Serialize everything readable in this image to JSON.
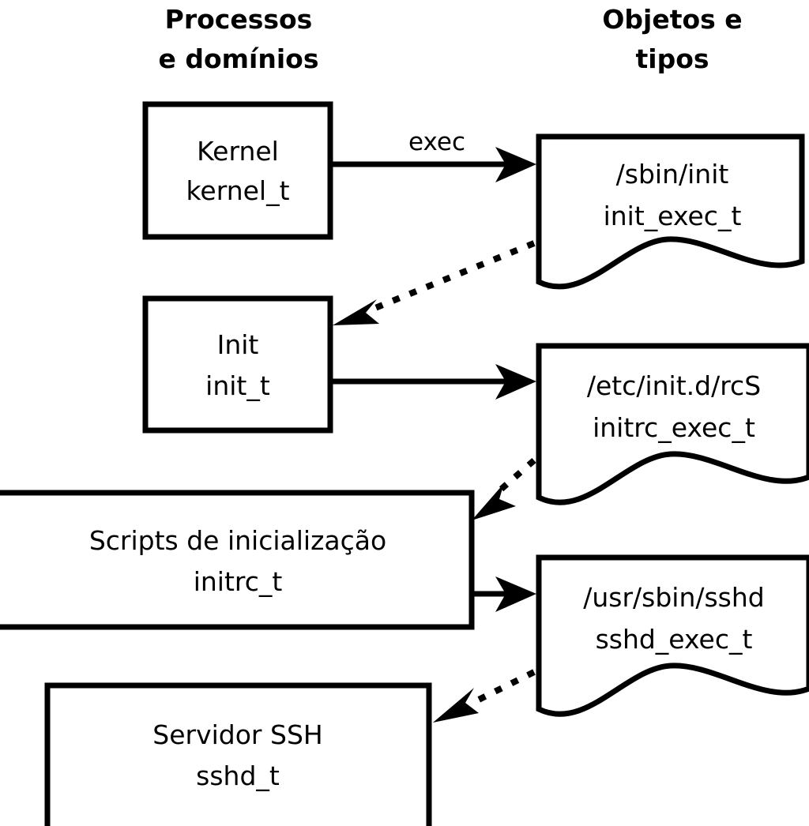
{
  "diagram": {
    "title_columns": {
      "left": {
        "line1": "Processos",
        "line2": "e domínios"
      },
      "right": {
        "line1": "Objetos e",
        "line2": "tipos"
      }
    },
    "colors": {
      "background": "#ffffff",
      "stroke": "#000000",
      "text": "#000000"
    },
    "process_nodes": [
      {
        "id": "kernel",
        "line1": "Kernel",
        "line2": "kernel_t"
      },
      {
        "id": "init",
        "line1": "Init",
        "line2": "init_t"
      },
      {
        "id": "initrc",
        "line1": "Scripts de inicialização",
        "line2": "initrc_t"
      },
      {
        "id": "sshd",
        "line1": "Servidor SSH",
        "line2": "sshd_t"
      }
    ],
    "object_nodes": [
      {
        "id": "init_exec",
        "line1": "/sbin/init",
        "line2": "init_exec_t"
      },
      {
        "id": "initrc_exec",
        "line1": "/etc/init.d/rcS",
        "line2": "initrc_exec_t"
      },
      {
        "id": "sshd_exec",
        "line1": "/usr/sbin/sshd",
        "line2": "sshd_exec_t"
      }
    ],
    "edges": [
      {
        "id": "kernel-to-init_exec",
        "from": "kernel",
        "to": "init_exec",
        "style": "solid",
        "label": "exec"
      },
      {
        "id": "init_exec-to-init",
        "from": "init_exec",
        "to": "init",
        "style": "dotted",
        "label": ""
      },
      {
        "id": "init-to-initrc_exec",
        "from": "init",
        "to": "initrc_exec",
        "style": "solid",
        "label": ""
      },
      {
        "id": "initrc_exec-to-initrc",
        "from": "initrc_exec",
        "to": "initrc",
        "style": "dotted",
        "label": ""
      },
      {
        "id": "initrc-to-sshd_exec",
        "from": "initrc",
        "to": "sshd_exec",
        "style": "solid",
        "label": ""
      },
      {
        "id": "sshd_exec-to-sshd",
        "from": "sshd_exec",
        "to": "sshd",
        "style": "dotted",
        "label": ""
      }
    ]
  }
}
